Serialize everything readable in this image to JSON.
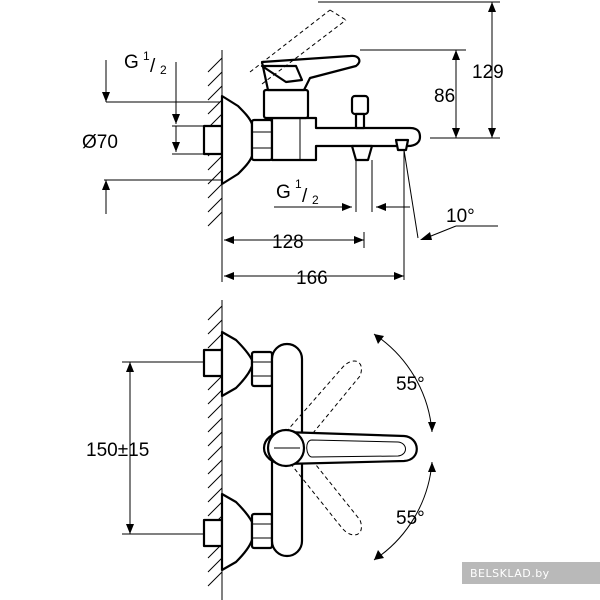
{
  "dimensions": {
    "thread_top_base": "G",
    "thread_top_frac_num": "1",
    "thread_top_frac_den": "2",
    "diameter": "Ø70",
    "height_129": "129",
    "height_86": "86",
    "thread_bottom_base": "G",
    "thread_bottom_frac_num": "1",
    "thread_bottom_frac_den": "2",
    "angle_10": "10°",
    "length_128": "128",
    "length_166": "166",
    "spacing": "150±15",
    "rotation_upper": "55°",
    "rotation_lower": "55°"
  },
  "watermark": "BELSKLAD.by"
}
